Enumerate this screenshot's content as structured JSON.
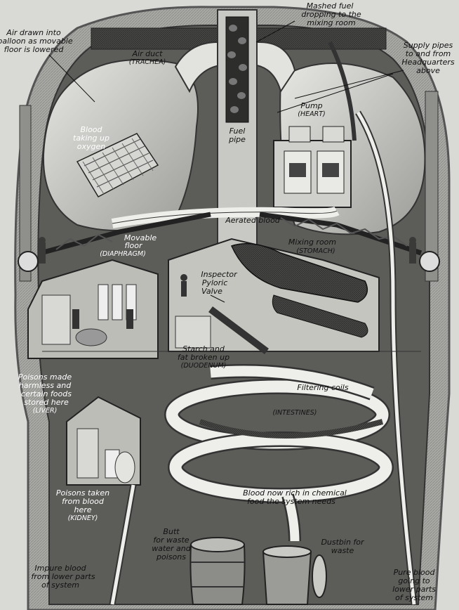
{
  "labels": {
    "air_balloon": [
      "Air drawn into",
      "balloon as movable",
      "floor is lowered"
    ],
    "air_duct": [
      "Air duct",
      "(TRACHEA)"
    ],
    "mashed_fuel": [
      "Mashed fuel",
      "dropping to the",
      "mixing room"
    ],
    "supply_pipes": [
      "Supply pipes",
      "to and from",
      "Headquarters",
      "above"
    ],
    "blood_oxygen": [
      "Blood",
      "taking up",
      "oxygen"
    ],
    "fuel_pipe": [
      "Fuel",
      "pipe"
    ],
    "pump": [
      "Pump",
      "(HEART)"
    ],
    "aerated_blood": "Aerated blood",
    "movable_floor": [
      "Movable",
      "floor",
      "(DIAPHRAGM)"
    ],
    "mixing_room": [
      "Mixing room",
      "(STOMACH)"
    ],
    "inspector": [
      "Inspector",
      "Pyloric",
      "Valve"
    ],
    "starch": [
      "Starch and",
      "fat broken up",
      "(DUODENUM)"
    ],
    "liver": [
      "Poisons made",
      "harmless and",
      "certain foods",
      "stored here",
      "(LIVER)"
    ],
    "filtering_coils": "Filtering coils",
    "intestines": "(INTESTINES)",
    "blood_rich": [
      "Blood now rich in chemical",
      "food the system needs"
    ],
    "kidney": [
      "Poisons taken",
      "from blood",
      "here",
      "(KIDNEY)"
    ],
    "butt": [
      "Butt",
      "for waste",
      "water and",
      "poisons"
    ],
    "dustbin": [
      "Dustbin for",
      "waste"
    ],
    "impure_blood": [
      "Impure blood",
      "from lower parts",
      "of system"
    ],
    "pure_blood": [
      "Pure blood",
      "going to",
      "lower parts",
      "of system"
    ]
  },
  "colors": {
    "background": "#d9d9d6",
    "body_wall": "#8a8a86",
    "dark": "#2b2b2b",
    "pipe": "#eeeeea",
    "room": "#bdbdb8"
  }
}
